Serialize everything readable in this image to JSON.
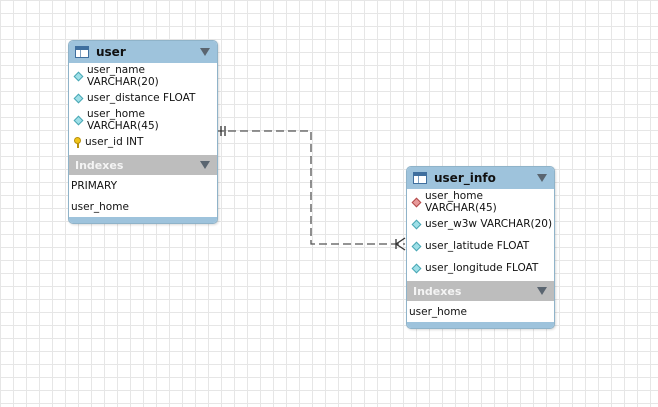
{
  "entities": [
    {
      "title": "user",
      "columns": [
        {
          "text": "user_name VARCHAR(20)",
          "icon": "column-diamond-icon"
        },
        {
          "text": "user_distance FLOAT",
          "icon": "column-diamond-icon"
        },
        {
          "text": "user_home VARCHAR(45)",
          "icon": "column-diamond-icon"
        },
        {
          "text": "user_id INT",
          "icon": "primary-key-icon"
        }
      ],
      "indexes_label": "Indexes",
      "indexes": [
        "PRIMARY",
        "user_home"
      ]
    },
    {
      "title": "user_info",
      "columns": [
        {
          "text": "user_home VARCHAR(45)",
          "icon": "foreign-key-diamond-icon"
        },
        {
          "text": "user_w3w VARCHAR(20)",
          "icon": "column-diamond-icon"
        },
        {
          "text": "user_latitude FLOAT",
          "icon": "column-diamond-icon"
        },
        {
          "text": "user_longitude FLOAT",
          "icon": "column-diamond-icon"
        }
      ],
      "indexes_label": "Indexes",
      "indexes": [
        "user_home"
      ]
    }
  ],
  "relationship": {
    "from": "user",
    "to": "user_info",
    "from_end": "one-and-only-one",
    "to_end": "one-or-many"
  },
  "colors": {
    "header": "#9ec3dc",
    "indexes_header": "#bdbdbd",
    "grid": "#e6e6e6"
  }
}
